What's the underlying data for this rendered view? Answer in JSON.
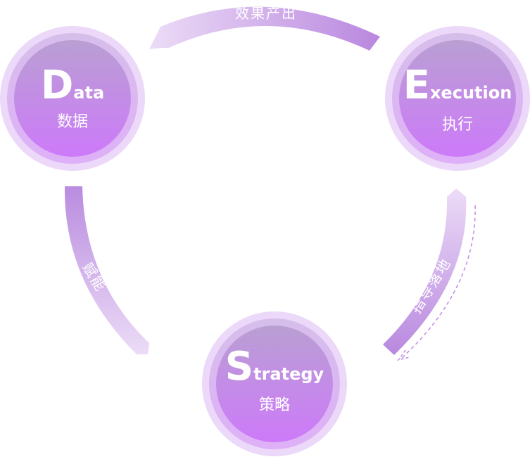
{
  "nodes": {
    "data": {
      "letter": "D",
      "rest": "ata",
      "cn": "数据"
    },
    "execution": {
      "letter": "E",
      "rest": "xecution",
      "cn": "执行"
    },
    "strategy": {
      "letter": "S",
      "rest": "trategy",
      "cn": "策略"
    }
  },
  "arrows": {
    "top": "效果产出",
    "left": "赋能",
    "right": "指导落地"
  },
  "colors": {
    "circle_outer": "#e9d3f7",
    "circle_mid": "#c98ef0",
    "circle_inner_top": "#bb9ed6",
    "circle_inner_bottom": "#cd7cf8",
    "arrow_dark": "#b98be0",
    "arrow_light": "#ead9f6"
  }
}
